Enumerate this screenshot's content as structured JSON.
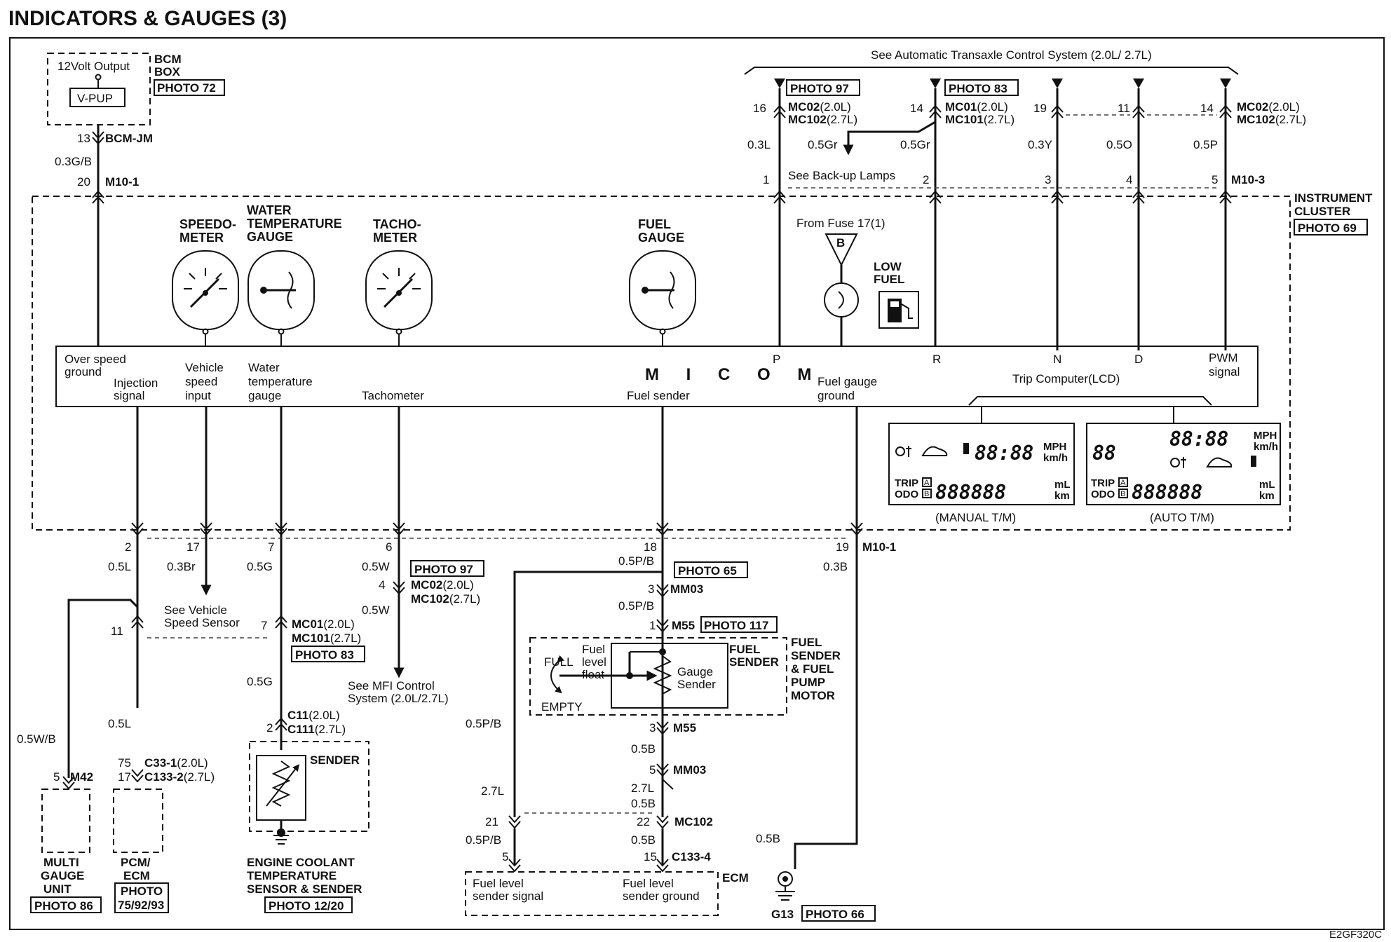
{
  "page": {
    "title": "INDICATORS & GAUGES (3)",
    "code": "E2GF320C"
  },
  "bcm": {
    "label1": "BCM",
    "label2": "BOX",
    "photo": "PHOTO 72",
    "output": "12Volt Output",
    "vpup": "V-PUP",
    "pin13": "13",
    "connector": "BCM-JM",
    "wire": "0.3G/B",
    "pin20": "20",
    "m10": "M10-1"
  },
  "transaxle": {
    "note": "See Automatic Transaxle Control System (2.0L/ 2.7L)",
    "photo97": "PHOTO 97",
    "photo83": "PHOTO 83",
    "mc02": "MC02",
    "mc102": "MC102",
    "mc01": "MC01",
    "mc101": "MC101",
    "l20": "(2.0L)",
    "l27": "(2.7L)",
    "pins_top": [
      "16",
      "14",
      "19",
      "11",
      "14"
    ],
    "wires": [
      "0.3L",
      "0.5Gr",
      "0.5Gr",
      "0.3Y",
      "0.5O",
      "0.5P"
    ],
    "pins_bottom": [
      "1",
      "2",
      "3",
      "4",
      "5"
    ],
    "m103": "M10-3",
    "backup": "See Back-up Lamps"
  },
  "cluster": {
    "name1": "INSTRUMENT",
    "name2": "CLUSTER",
    "photo": "PHOTO 69",
    "speedo1": "SPEEDO-",
    "speedo2": "METER",
    "water1": "WATER",
    "water2": "TEMPERATURE",
    "water3": "GAUGE",
    "tacho1": "TACHO-",
    "tacho2": "METER",
    "fuel1": "FUEL",
    "fuel2": "GAUGE",
    "fuse": "From Fuse 17(1)",
    "fuse_letter": "B",
    "low1": "LOW",
    "low2": "FUEL",
    "micom": "M I C O M",
    "inputs": {
      "over1": "Over speed",
      "over2": "ground",
      "inj1": "Injection",
      "inj2": "signal",
      "veh1": "Vehicle",
      "veh2": "speed",
      "veh3": "input",
      "wat1": "Water",
      "wat2": "temperature",
      "wat3": "gauge",
      "tach": "Tachometer",
      "fsend": "Fuel sender",
      "fg1": "Fuel gauge",
      "fg2": "ground",
      "p": "P",
      "r": "R",
      "n": "N",
      "d": "D",
      "pwm1": "PWM",
      "pwm2": "signal"
    },
    "trip": "Trip Computer(LCD)",
    "lcd": {
      "mph": "MPH",
      "kmh": "km/h",
      "ml": "mL",
      "km": "km",
      "trip": "TRIP",
      "odo": "ODO",
      "a": "A",
      "b": "B",
      "digits4": "88:88",
      "digits6": "888888",
      "digits2": "88",
      "manual": "(MANUAL T/M)",
      "auto": "(AUTO T/M)"
    }
  },
  "lower": {
    "pins": [
      "2",
      "17",
      "7",
      "6",
      "18",
      "19"
    ],
    "m101": "M10-1",
    "wires": [
      "0.5L",
      "0.3Br",
      "0.5G",
      "0.5W",
      "0.5P/B",
      "0.3B"
    ],
    "vss1": "See Vehicle",
    "vss2": "Speed Sensor",
    "pin11": "11",
    "pin7": "7",
    "mc01": "MC01",
    "mc101": "MC101",
    "l20": "(2.0L)",
    "l27": "(2.7L)",
    "photo83": "PHOTO 83",
    "photo97": "PHOTO 97",
    "pin4": "4",
    "mc02": "MC02",
    "mc102": "MC102",
    "w05w": "0.5W",
    "mfi1": "See MFI Control",
    "mfi2": "System (2.0L/2.7L)",
    "w05g": "0.5G",
    "pin2": "2",
    "c11": "C11",
    "c111": "C111",
    "sender": "SENDER",
    "ect1": "ENGINE COOLANT",
    "ect2": "TEMPERATURE",
    "ect3": "SENSOR & SENDER",
    "ect_photo": "PHOTO 12/20",
    "w05wb": "0.5W/B",
    "pin5": "5",
    "m42": "M42",
    "mgu1": "MULTI",
    "mgu2": "GAUGE",
    "mgu3": "UNIT",
    "mgu_photo": "PHOTO 86",
    "w05l": "0.5L",
    "pin75": "75",
    "pin17": "17",
    "c331": "C33-1",
    "c1332": "C133-2",
    "pcm1": "PCM/",
    "pcm2": "ECM",
    "pcm_photo1": "PHOTO",
    "pcm_photo2": "75/92/93"
  },
  "fuel": {
    "photo65": "PHOTO 65",
    "pin3": "3",
    "mm03": "MM03",
    "w05pb": "0.5P/B",
    "pin1": "1",
    "m55": "M55",
    "photo117": "PHOTO 117",
    "fl1": "Fuel",
    "fl2": "level",
    "fl3": "float",
    "full": "FULL",
    "empty": "EMPTY",
    "gs1": "Gauge",
    "gs2": "Sender",
    "fs1": "FUEL",
    "fs2": "SENDER",
    "pm1": "FUEL",
    "pm2": "SENDER",
    "pm3": "& FUEL",
    "pm4": "PUMP",
    "pm5": "MOTOR",
    "pin3b": "3",
    "m55b": "M55",
    "w05b": "0.5B",
    "pin5": "5",
    "mm03b": "MM03",
    "w27l": "2.7L",
    "w05pb2": "0.5P/B",
    "pin21": "21",
    "pin22": "22",
    "mc102": "MC102",
    "w05pb3": "0.5P/B",
    "w05b2": "0.5B",
    "w05b3": "0.5B",
    "w05b4": "0.5B",
    "w27l2": "2.7L",
    "pin5b": "5",
    "pin15": "15",
    "c1334": "C133-4",
    "ecm": "ECM",
    "fls1": "Fuel level",
    "fls2": "sender signal",
    "flg1": "Fuel level",
    "flg2": "sender ground",
    "g13": "G13",
    "photo66": "PHOTO 66"
  }
}
